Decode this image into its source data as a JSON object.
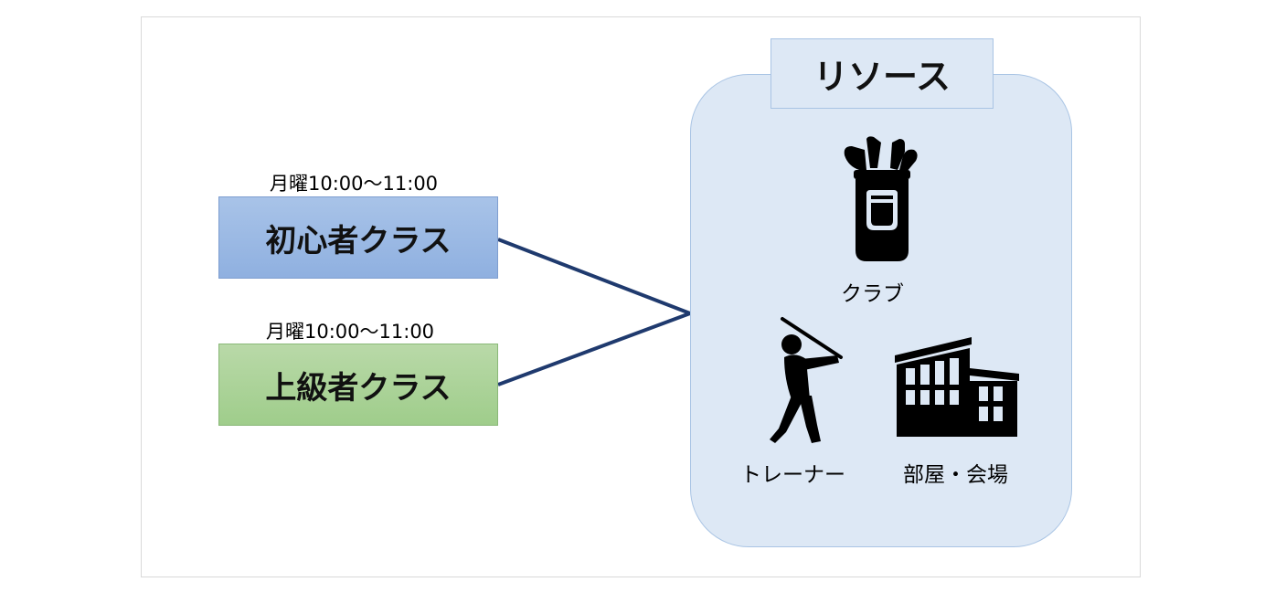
{
  "classes": [
    {
      "schedule": "月曜10:00～11:00",
      "name": "初心者クラス",
      "color": "#9bb9e4"
    },
    {
      "schedule": "月曜10:00～11:00",
      "name": "上級者クラス",
      "color": "#acd398"
    }
  ],
  "resources": {
    "title": "リソース",
    "panel_color": "#dde8f5",
    "items": [
      {
        "label": "クラブ",
        "icon": "golf-bag-icon"
      },
      {
        "label": "トレーナー",
        "icon": "golfer-icon"
      },
      {
        "label": "部屋・会場",
        "icon": "building-icon"
      }
    ]
  },
  "connector_color": "#1f3a6e"
}
